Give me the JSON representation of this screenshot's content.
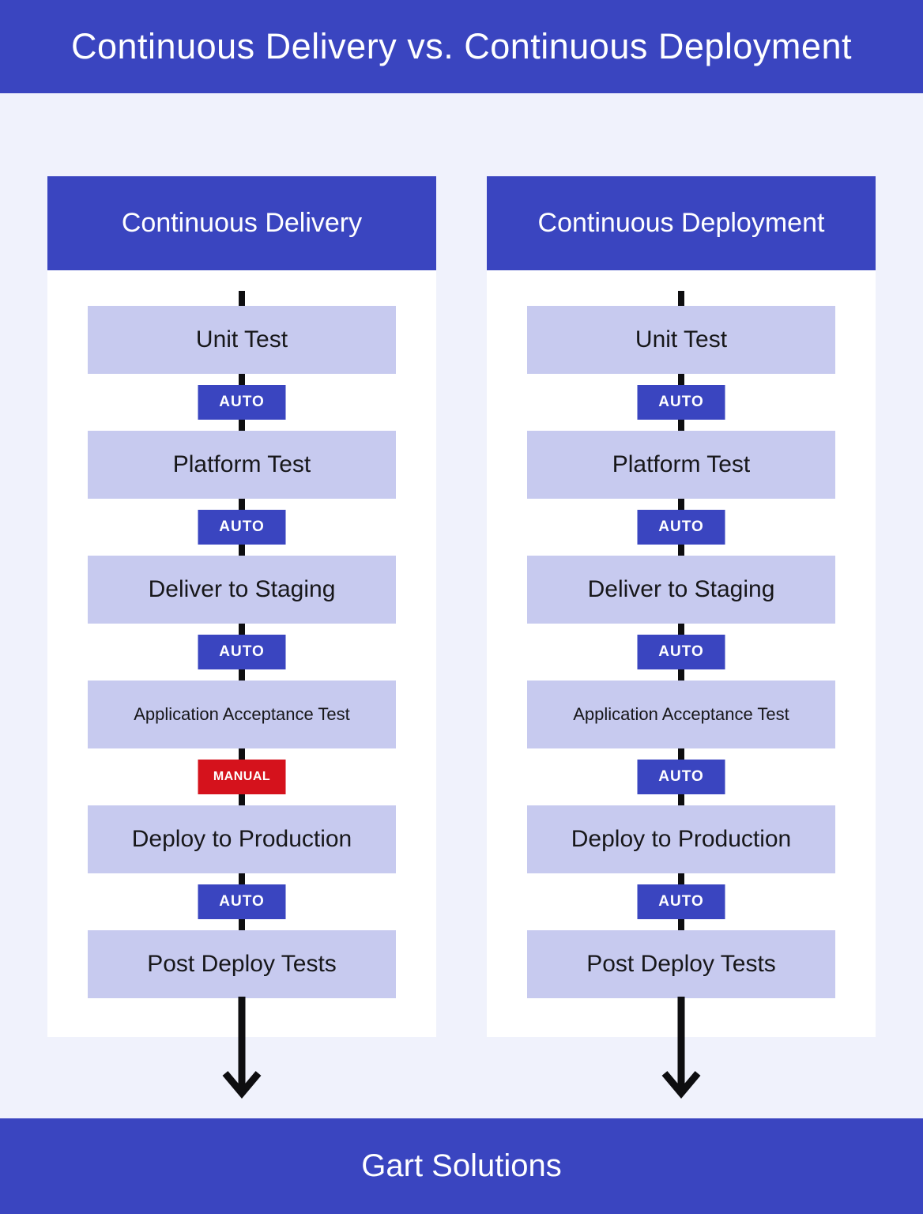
{
  "header": {
    "title": "Continuous Delivery vs. Continuous Deployment"
  },
  "footer": {
    "brand": "Gart Solutions"
  },
  "colors": {
    "primary_blue": "#3A45C0",
    "step_lavender": "#C7CAEF",
    "page_background": "#F0F2FC",
    "card_white": "#FFFFFF",
    "manual_red": "#D5121C",
    "connector_black": "#0E0E10"
  },
  "columns": [
    {
      "title": "Continuous Delivery",
      "steps": [
        "Unit Test",
        "Platform Test",
        "Deliver to Staging",
        "Application Acceptance Test",
        "Deploy to Production",
        "Post Deploy Tests"
      ],
      "transitions": [
        {
          "label": "AUTO",
          "type": "auto"
        },
        {
          "label": "AUTO",
          "type": "auto"
        },
        {
          "label": "AUTO",
          "type": "auto"
        },
        {
          "label": "MANUAL",
          "type": "manual"
        },
        {
          "label": "AUTO",
          "type": "auto"
        }
      ]
    },
    {
      "title": "Continuous Deployment",
      "steps": [
        "Unit Test",
        "Platform Test",
        "Deliver to Staging",
        "Application Acceptance Test",
        "Deploy to Production",
        "Post Deploy Tests"
      ],
      "transitions": [
        {
          "label": "AUTO",
          "type": "auto"
        },
        {
          "label": "AUTO",
          "type": "auto"
        },
        {
          "label": "AUTO",
          "type": "auto"
        },
        {
          "label": "AUTO",
          "type": "auto"
        },
        {
          "label": "AUTO",
          "type": "auto"
        }
      ]
    }
  ]
}
